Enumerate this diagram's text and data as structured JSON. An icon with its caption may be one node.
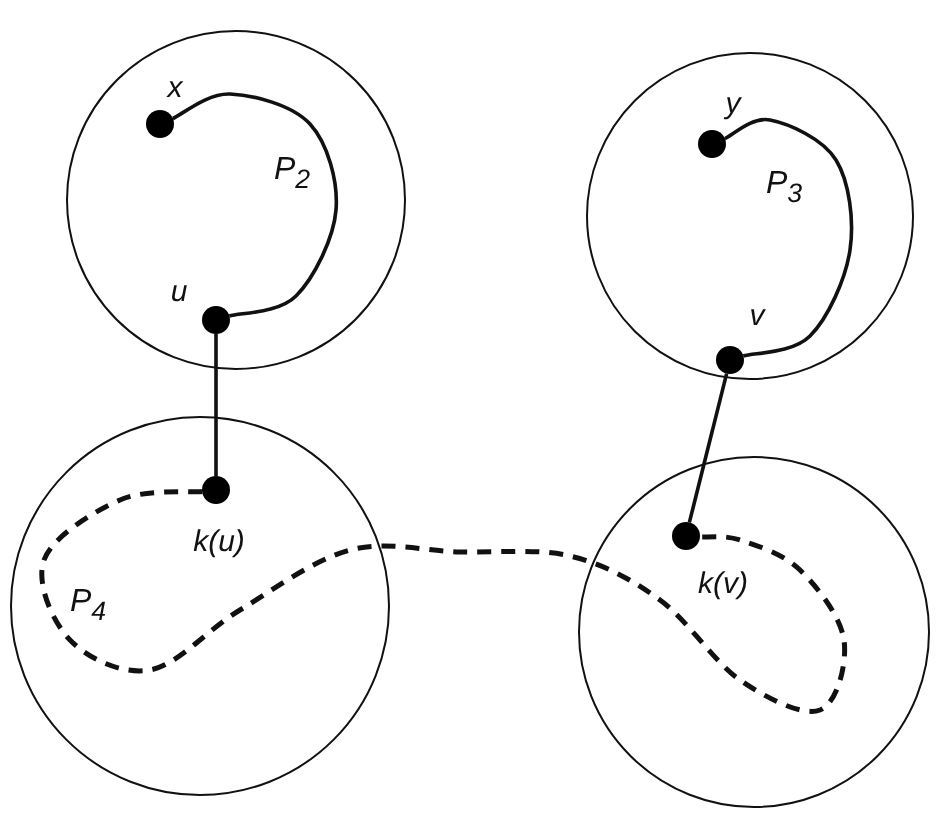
{
  "diagram": {
    "nodes": [
      {
        "text": [],
        "shape": "circle"
      },
      {
        "text": [],
        "shape": "circle",
        "in": 0,
        "beside": [
          "x"
        ]
      },
      {
        "text": [],
        "shape": "circle",
        "in": 0,
        "beside": [
          "u"
        ]
      },
      {
        "text": [],
        "shape": "circle"
      },
      {
        "text": [],
        "shape": "circle",
        "in": 3,
        "beside": [
          "y"
        ]
      },
      {
        "text": [],
        "shape": "circle",
        "in": 3,
        "beside": [
          "v"
        ]
      },
      {
        "text": [],
        "shape": "circle"
      },
      {
        "text": [],
        "shape": "circle",
        "in": 6,
        "beside": [
          "k(u)"
        ]
      },
      {
        "text": [],
        "shape": "circle"
      },
      {
        "text": [],
        "shape": "circle",
        "in": 8,
        "beside": [
          "k(v)"
        ]
      }
    ],
    "edges": [
      {
        "from": 1,
        "to": 2,
        "arrow": "none",
        "label": "P$_{2}$"
      },
      {
        "from": 4,
        "to": 5,
        "arrow": "none",
        "label": "P$_{3}$"
      },
      {
        "from": 2,
        "to": 7,
        "arrow": "none"
      },
      {
        "from": 5,
        "to": 9,
        "arrow": "none"
      },
      {
        "from": 7,
        "to": 9,
        "arrow": "none",
        "style": "dashed",
        "label": "P$_{4}$"
      }
    ]
  }
}
